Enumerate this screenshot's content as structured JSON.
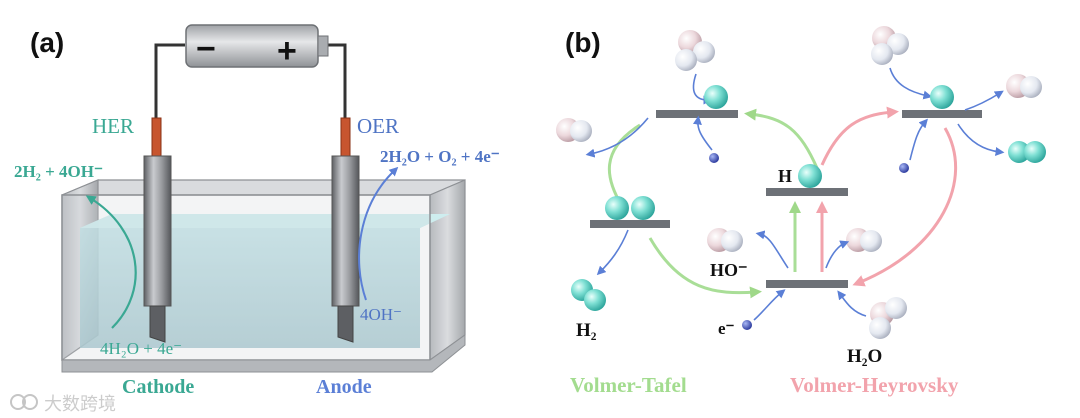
{
  "panel_a": {
    "label": "(a)",
    "battery": {
      "minus": "−",
      "plus": "+"
    },
    "her": {
      "label": "HER",
      "product": "2H₂ + 4OH⁻",
      "reactant": "4H₂O + 4e⁻",
      "electrode": "Cathode"
    },
    "oer": {
      "label": "OER",
      "product": "2H₂O + O₂ + 4e⁻",
      "reactant": "4OH⁻",
      "electrode": "Anode"
    }
  },
  "panel_b": {
    "label": "(b)",
    "h_label": "H",
    "hydroxide_label": "HO⁻",
    "h2_label": "H₂",
    "electron_label": "e⁻",
    "water_label": "H₂O",
    "mechanism_left": "Volmer-Tafel",
    "mechanism_right": "Volmer-Heyrovsky"
  },
  "watermark": "大数跨境",
  "colors": {
    "teal": "#3aa893",
    "blue": "#4f74c4",
    "green_mech": "#a3dc8f",
    "pink_mech": "#f2a3ac",
    "dark_text": "#111111",
    "plate": "#6d7177"
  }
}
